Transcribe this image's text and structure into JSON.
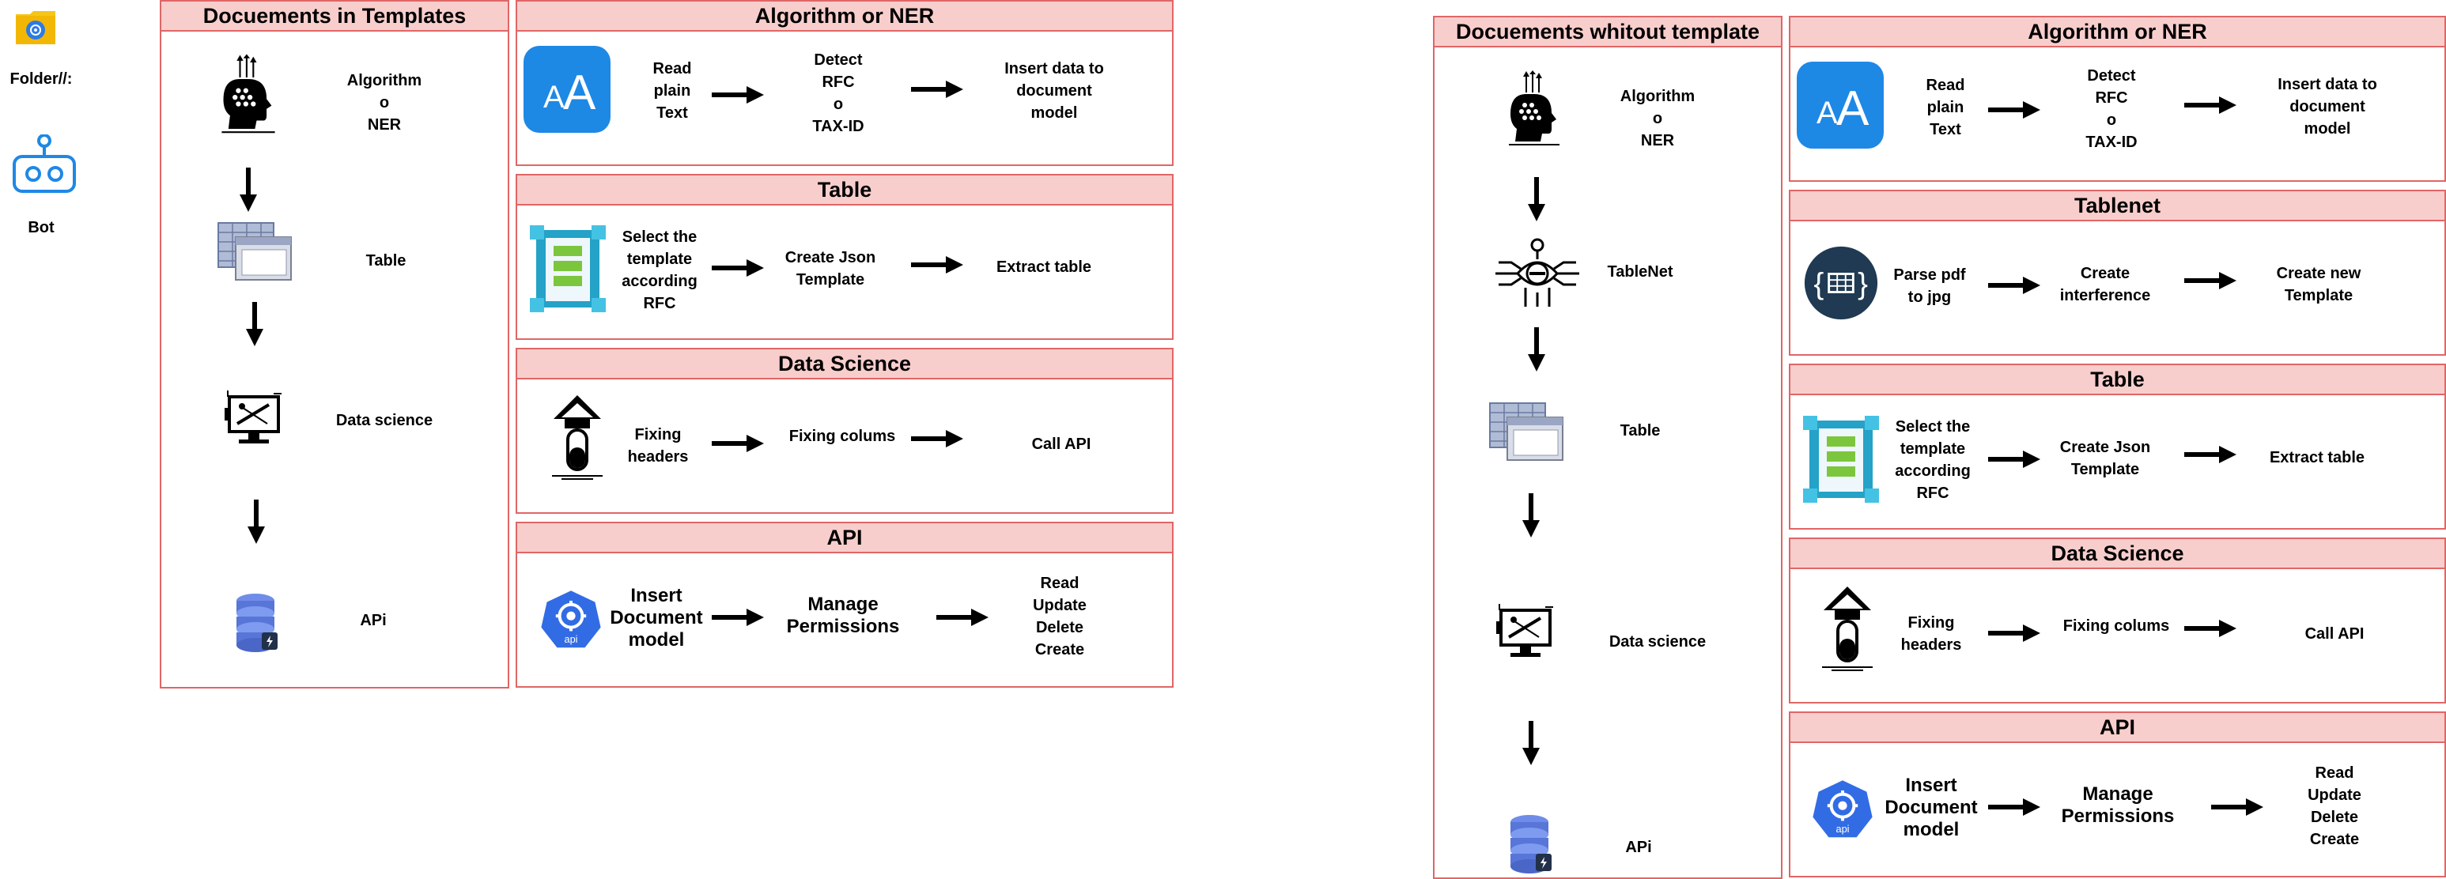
{
  "top_left": {
    "folder_label": "Folder//:",
    "bot_label": "Bot"
  },
  "left_group": {
    "flow_title": "Docuements in Templates",
    "flow_steps": [
      {
        "label": "Algorithm\no\nNER",
        "icon": "head-icon"
      },
      {
        "label": "Table",
        "icon": "table-icon"
      },
      {
        "label": "Data science",
        "icon": "data-science-icon"
      },
      {
        "label": "APi",
        "icon": "database-icon"
      }
    ],
    "panels": [
      {
        "title": "Algorithm or NER",
        "icon": "text-font-icon",
        "steps": [
          "Read\nplain\nText",
          "Detect\nRFC\no\nTAX-ID",
          "Insert data to\ndocument\nmodel"
        ]
      },
      {
        "title": "Table",
        "icon": "template-icon",
        "steps": [
          "Select the\ntemplate\naccording\nRFC",
          "Create Json\nTemplate",
          "Extract table"
        ]
      },
      {
        "title": "Data Science",
        "icon": "flask-icon",
        "steps": [
          "Fixing\nheaders",
          "Fixing colums",
          "Call API"
        ]
      },
      {
        "title": "API",
        "icon": "api-icon",
        "steps": [
          "Insert\nDocument\nmodel",
          "Manage\nPermissions",
          "Read\nUpdate\nDelete\nCreate"
        ]
      }
    ]
  },
  "right_group": {
    "flow_title": "Docuements whitout template",
    "flow_steps": [
      {
        "label": "Algorithm\no\nNER",
        "icon": "head-icon"
      },
      {
        "label": "TableNet",
        "icon": "tablenet-icon"
      },
      {
        "label": "Table",
        "icon": "table-icon"
      },
      {
        "label": "Data science",
        "icon": "data-science-icon"
      },
      {
        "label": "APi",
        "icon": "database-icon"
      }
    ],
    "panels": [
      {
        "title": "Algorithm or NER",
        "icon": "text-font-icon",
        "steps": [
          "Read\nplain\nText",
          "Detect\nRFC\no\nTAX-ID",
          "Insert data to\ndocument\nmodel"
        ]
      },
      {
        "title": "Tablenet",
        "icon": "json-table-icon",
        "steps": [
          "Parse pdf\nto jpg",
          "Create\ninterference",
          "Create new\nTemplate"
        ]
      },
      {
        "title": "Table",
        "icon": "template-icon",
        "steps": [
          "Select the\ntemplate\naccording\nRFC",
          "Create Json\nTemplate",
          "Extract table"
        ]
      },
      {
        "title": "Data Science",
        "icon": "flask-icon",
        "steps": [
          "Fixing\nheaders",
          "Fixing colums",
          "Call API"
        ]
      },
      {
        "title": "API",
        "icon": "api-icon",
        "steps": [
          "Insert\nDocument\nmodel",
          "Manage\nPermissions",
          "Read\nUpdate\nDelete\nCreate"
        ]
      }
    ]
  },
  "colors": {
    "panel_border": "#e06666",
    "header_fill": "#f8cecc",
    "icon_blue": "#1e88e5"
  }
}
